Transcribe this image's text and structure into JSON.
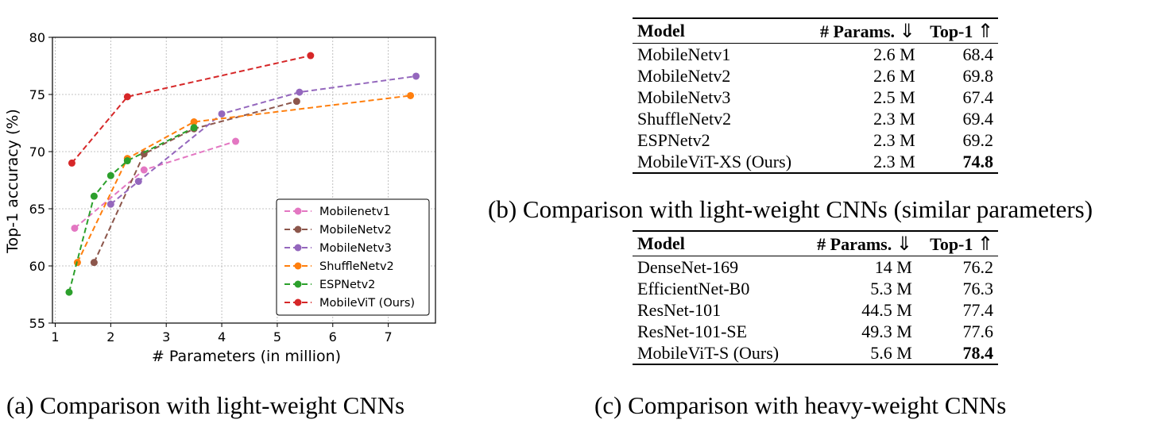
{
  "chart_data": {
    "type": "line",
    "xlabel": "# Parameters (in million)",
    "ylabel": "Top-1 accuracy (%)",
    "xlim": [
      0.95,
      7.85
    ],
    "ylim": [
      55,
      80
    ],
    "xticks": [
      1,
      2,
      3,
      4,
      5,
      6,
      7
    ],
    "yticks": [
      55,
      60,
      65,
      70,
      75,
      80
    ],
    "grid": true,
    "legend_position": "bottom-right",
    "series": [
      {
        "name": "Mobilenetv1",
        "color": "#e377c2",
        "x": [
          1.35,
          2.6,
          4.25
        ],
        "y": [
          63.3,
          68.4,
          70.9
        ]
      },
      {
        "name": "MobileNetv2",
        "color": "#8c564b",
        "x": [
          1.7,
          2.6,
          3.5,
          5.35
        ],
        "y": [
          60.3,
          69.8,
          72.0,
          74.4
        ]
      },
      {
        "name": "MobileNetv3",
        "color": "#9467bd",
        "x": [
          2.0,
          2.5,
          4.0,
          5.4,
          7.5
        ],
        "y": [
          65.4,
          67.4,
          73.3,
          75.2,
          76.6
        ]
      },
      {
        "name": "ShuffleNetv2",
        "color": "#ff7f0e",
        "x": [
          1.4,
          2.3,
          3.5,
          7.4
        ],
        "y": [
          60.3,
          69.4,
          72.6,
          74.9
        ]
      },
      {
        "name": "ESPNetv2",
        "color": "#2ca02c",
        "x": [
          1.25,
          1.7,
          2.0,
          2.3,
          3.5
        ],
        "y": [
          57.7,
          66.1,
          67.9,
          69.2,
          72.1
        ]
      },
      {
        "name": "MobileViT (Ours)",
        "color": "#d62728",
        "x": [
          1.3,
          2.3,
          5.6
        ],
        "y": [
          69.0,
          74.8,
          78.4
        ]
      }
    ]
  },
  "caption_a": "(a) Comparison with light-weight CNNs",
  "table_b": {
    "headers": [
      "Model",
      "# Params.",
      "Top-1"
    ],
    "params_arrow": "⇓",
    "top1_arrow": "⇑",
    "rows": [
      [
        "MobileNetv1",
        "2.6 M",
        "68.4"
      ],
      [
        "MobileNetv2",
        "2.6 M",
        "69.8"
      ],
      [
        "MobileNetv3",
        "2.5 M",
        "67.4"
      ],
      [
        "ShuffleNetv2",
        "2.3 M",
        "69.4"
      ],
      [
        "ESPNetv2",
        "2.3 M",
        "69.2"
      ],
      [
        "MobileViT-XS (Ours)",
        "2.3 M",
        "74.8"
      ]
    ],
    "caption": "(b) Comparison with light-weight CNNs (similar parameters)"
  },
  "table_c": {
    "headers": [
      "Model",
      "# Params.",
      "Top-1"
    ],
    "params_arrow": "⇓",
    "top1_arrow": "⇑",
    "rows": [
      [
        "DenseNet-169",
        "14 M",
        "76.2"
      ],
      [
        "EfficientNet-B0",
        "5.3 M",
        "76.3"
      ],
      [
        "ResNet-101",
        "44.5 M",
        "77.4"
      ],
      [
        "ResNet-101-SE",
        "49.3 M",
        "77.6"
      ],
      [
        "MobileViT-S (Ours)",
        "5.6 M",
        "78.4"
      ]
    ],
    "caption": "(c) Comparison with heavy-weight CNNs"
  }
}
